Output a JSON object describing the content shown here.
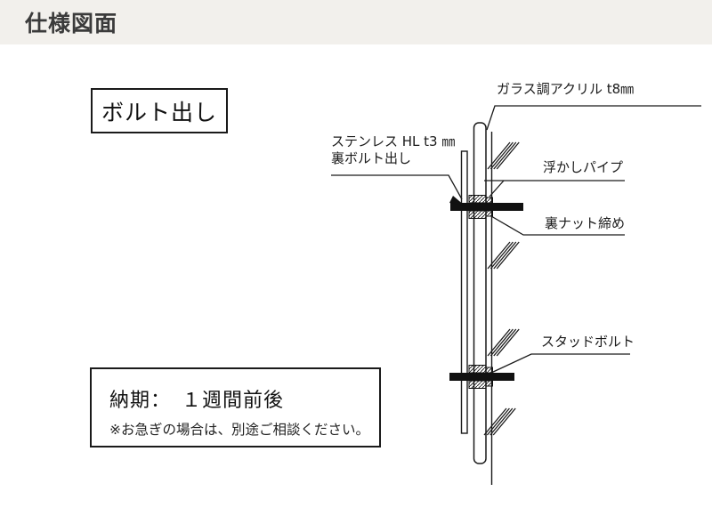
{
  "header": {
    "title": "仕様図面"
  },
  "diagram": {
    "variant_label": "ボルト出し",
    "labels": {
      "acrylic": "ガラス調アクリル t8㎜",
      "stainless1": "ステンレス HL t3 ㎜",
      "stainless2": "裏ボルト出し",
      "pipe": "浮かしパイプ",
      "nut": "裏ナット締め",
      "stud": "スタッドボルト"
    }
  },
  "delivery": {
    "lead_time": "納期：　１週間前後",
    "note": "※お急ぎの場合は、別途ご相談ください。"
  },
  "colors": {
    "header_bg": "#f2f0ec",
    "line": "#1a1a1a",
    "text": "#333333",
    "canvas": "#ffffff"
  }
}
